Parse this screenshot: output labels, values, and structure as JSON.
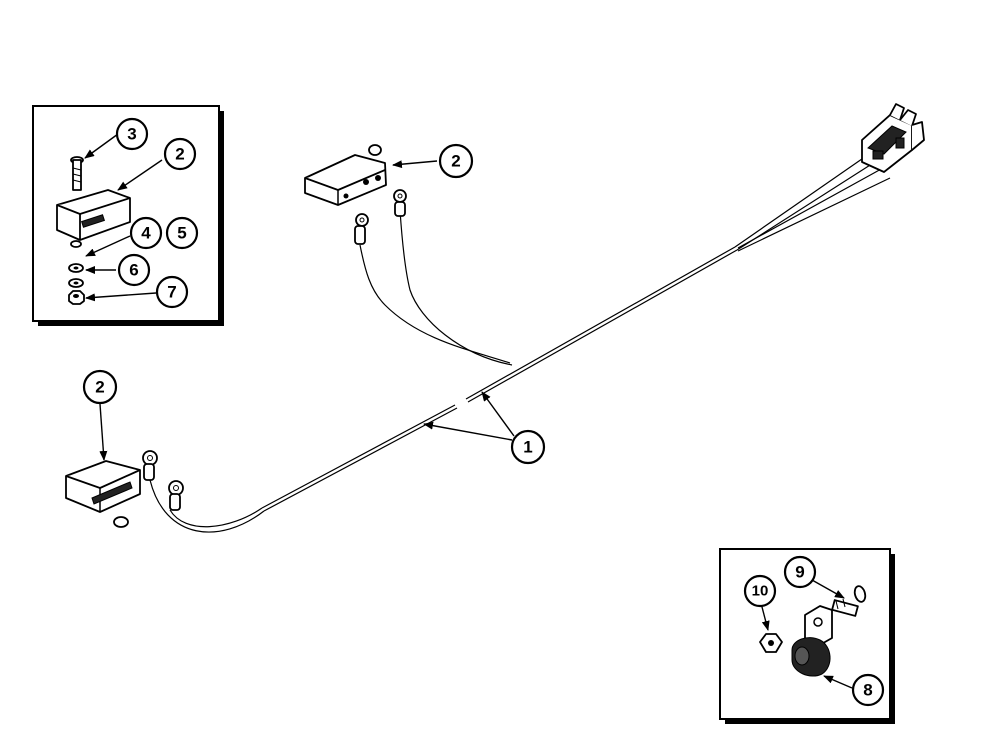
{
  "callouts": {
    "c1": "1",
    "c2_inset": "2",
    "c2_top": "2",
    "c2_left": "2",
    "c3": "3",
    "c4": "4",
    "c5": "5",
    "c6": "6",
    "c7": "7",
    "c8": "8",
    "c9": "9",
    "c10": "10"
  }
}
